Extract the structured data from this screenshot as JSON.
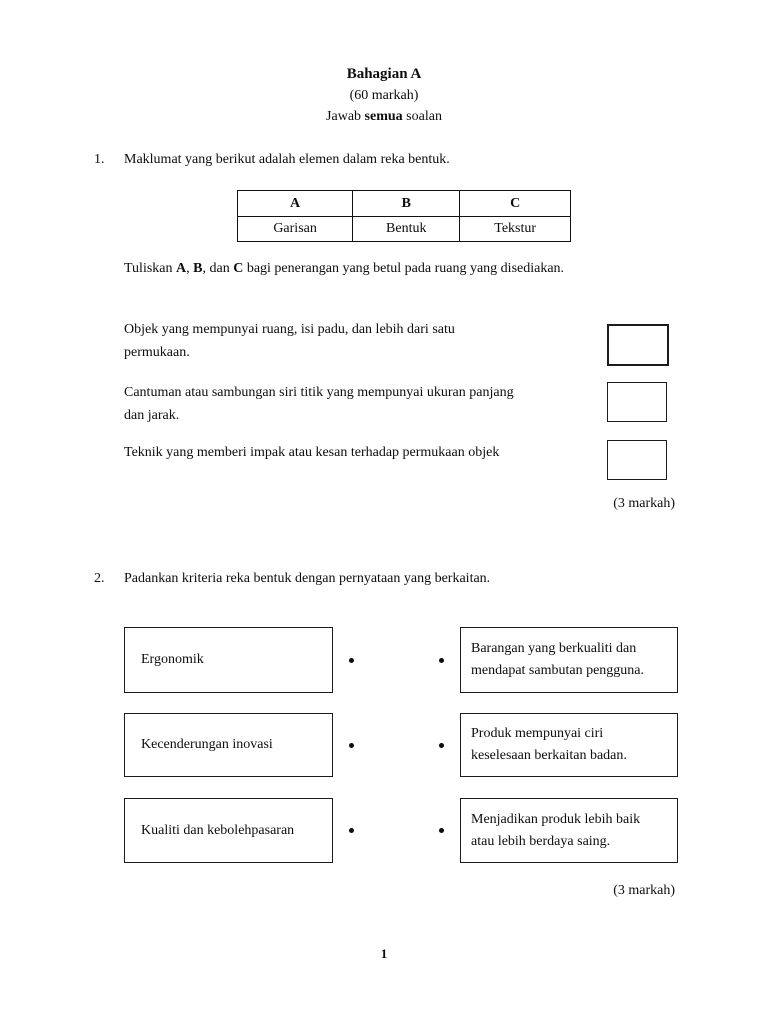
{
  "header": {
    "title": "Bahagian A",
    "marks": "(60 markah)",
    "instruction": {
      "pre": "Jawab ",
      "bold": "semua",
      "post": " soalan"
    }
  },
  "q1": {
    "number": "1.",
    "prompt": "Maklumat yang berikut adalah elemen dalam reka bentuk.",
    "table": {
      "headers": [
        "A",
        "B",
        "C"
      ],
      "values": [
        "Garisan",
        "Bentuk",
        "Tekstur"
      ]
    },
    "fill_instruction": {
      "pre": "Tuliskan ",
      "bold1": "A",
      "sep1": ", ",
      "bold2": "B",
      "sep2": ", dan ",
      "bold3": "C",
      "post": " bagi penerangan yang betul pada ruang yang disediakan."
    },
    "statements": [
      {
        "lines": [
          "Objek yang mempunyai ruang, isi padu, dan lebih dari satu",
          "permukaan."
        ]
      },
      {
        "lines": [
          "Cantuman atau sambungan siri titik yang mempunyai ukuran panjang",
          "dan jarak."
        ]
      },
      {
        "lines": [
          "Teknik yang memberi impak atau kesan terhadap permukaan objek"
        ]
      }
    ],
    "marks": "(3 markah)"
  },
  "q2": {
    "number": "2.",
    "prompt": "Padankan kriteria reka bentuk dengan pernyataan yang berkaitan.",
    "pairs": [
      {
        "left": "Ergonomik",
        "right_lines": [
          "Barangan yang berkualiti dan",
          "mendapat sambutan pengguna."
        ]
      },
      {
        "left": "Kecenderungan inovasi",
        "right_lines": [
          "Produk mempunyai ciri",
          "keselesaan berkaitan badan."
        ]
      },
      {
        "left": "Kualiti dan kebolehpasaran",
        "right_lines": [
          "Menjadikan produk lebih baik",
          "atau lebih berdaya saing."
        ]
      }
    ],
    "marks": "(3 markah)"
  },
  "footer": {
    "page_number": "1"
  }
}
